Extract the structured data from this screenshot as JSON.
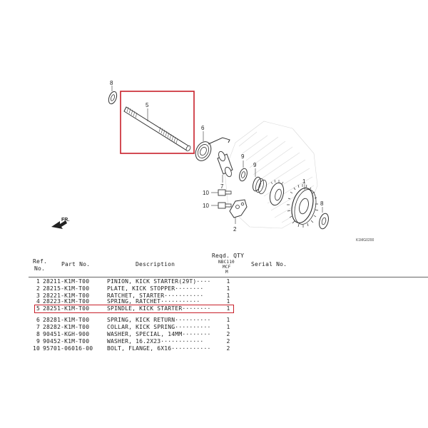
{
  "diagram": {
    "callouts": [
      "8",
      "5",
      "6",
      "9",
      "7",
      "9",
      "1",
      "10",
      "10",
      "8",
      "2"
    ],
    "front_label": "FR.",
    "code_label": "K1MG0200"
  },
  "table": {
    "headers": {
      "ref_line1": "Ref.",
      "ref_line2": "No.",
      "part_no": "Part No.",
      "description": "Description",
      "reqd_qty": "Reqd. QTY",
      "model_line1": "NBC110",
      "model_line2": "MCF",
      "model_line3": "M",
      "serial_no": "Serial No."
    },
    "rows": [
      {
        "ref": "1",
        "part_no": "28211-K1M-T00",
        "description": "PINION, KICK STARTER(29T)····",
        "qty": "1"
      },
      {
        "ref": "2",
        "part_no": "28215-K1M-T00",
        "description": "PLATE, KICK STOPPER········",
        "qty": "1"
      },
      {
        "ref": "3",
        "part_no": "28221-K1M-T00",
        "description": "RATCHET, STARTER···········",
        "qty": "1"
      },
      {
        "ref": "4",
        "part_no": "28223-K1M-T00",
        "description": "SPRING, RATCHET···········",
        "qty": "1"
      },
      {
        "ref": "5",
        "part_no": "28251-K1M-T00",
        "description": "SPINDLE, KICK STARTER········",
        "qty": "1"
      },
      {
        "ref": "6",
        "part_no": "28281-K1M-T00",
        "description": "SPRING, KICK RETURN··········",
        "qty": "1"
      },
      {
        "ref": "7",
        "part_no": "28282-K1M-T00",
        "description": "COLLAR, KICK SPRING··········",
        "qty": "1"
      },
      {
        "ref": "8",
        "part_no": "90451-KGH-900",
        "description": "WASHER, SPECIAL, 14MM········",
        "qty": "2"
      },
      {
        "ref": "9",
        "part_no": "90452-K1M-T00",
        "description": "WASHER, 16.2X23············",
        "qty": "2"
      },
      {
        "ref": "10",
        "part_no": "95701-06016-00",
        "description": "BOLT, FLANGE, 6X16···········",
        "qty": "2"
      }
    ],
    "highlighted_ref": "5"
  },
  "colors": {
    "highlight": "#c8202a",
    "line": "#333333"
  }
}
